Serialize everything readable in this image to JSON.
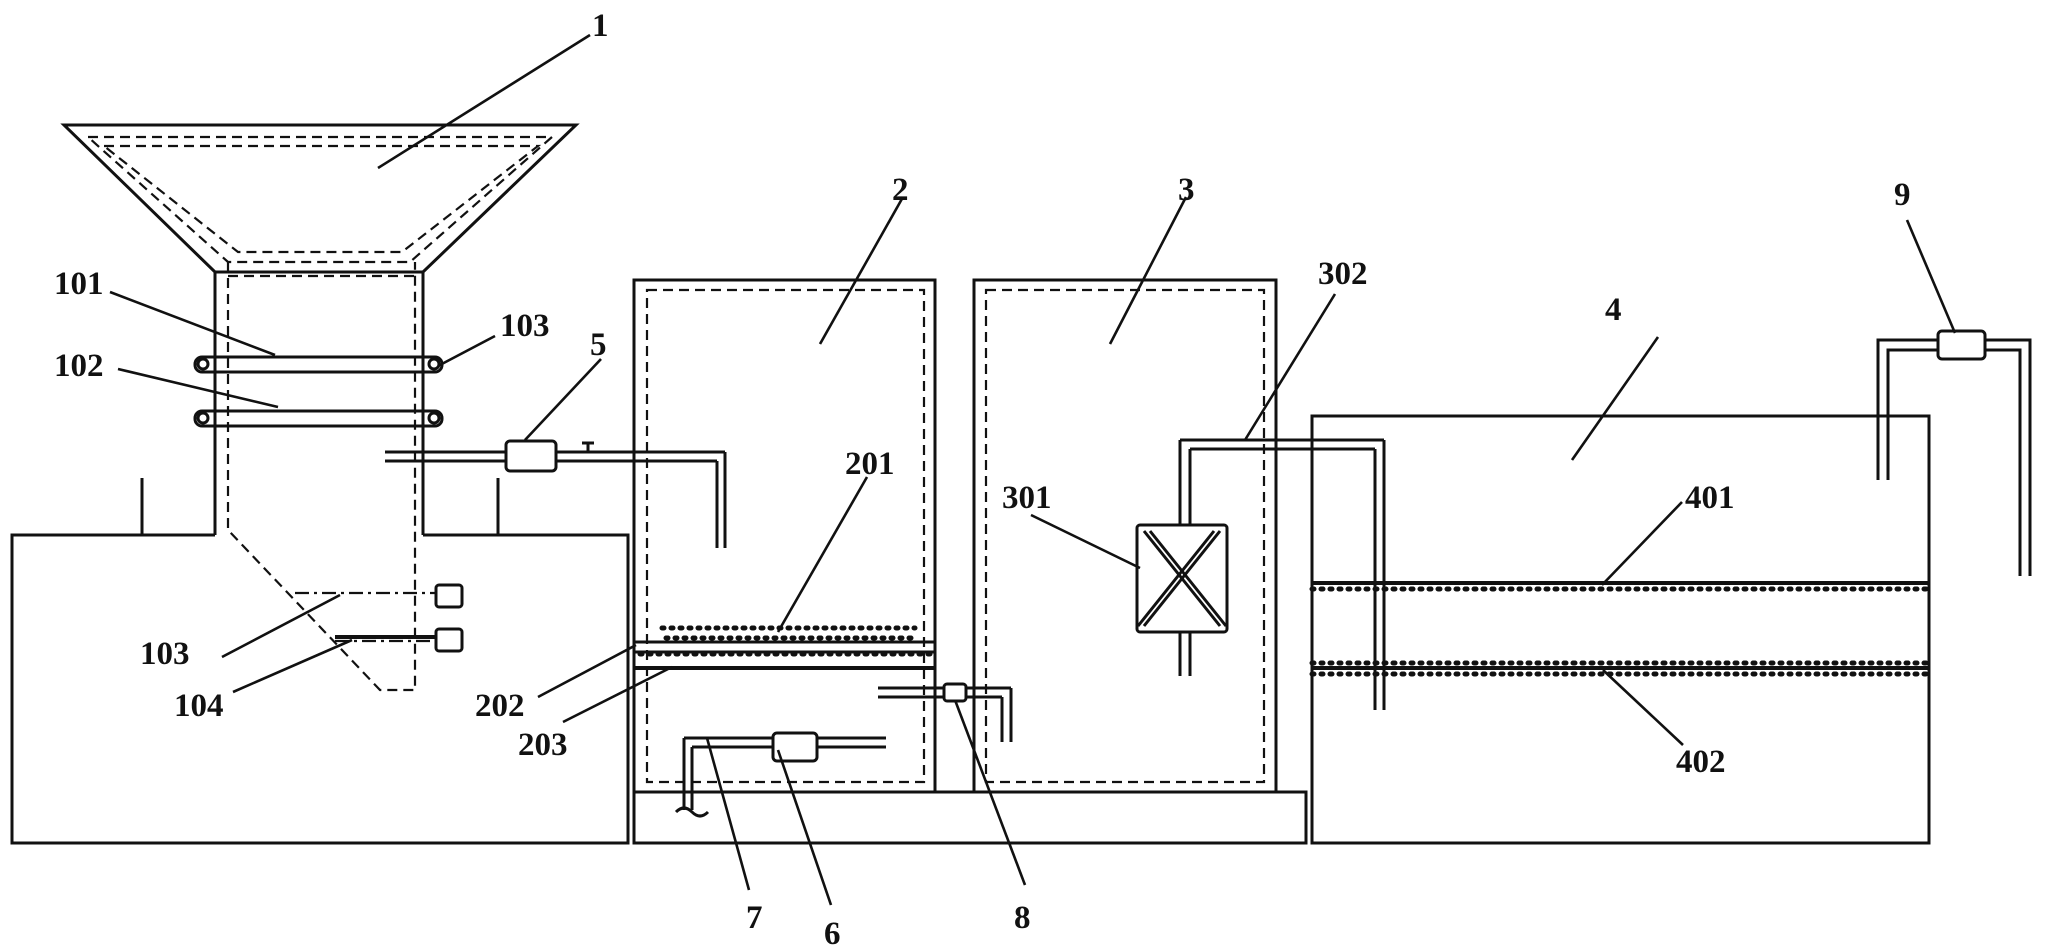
{
  "labels": {
    "l1": "1",
    "l101": "101",
    "l102": "102",
    "l103a": "103",
    "l103b": "103",
    "l104": "104",
    "l5": "5",
    "l2": "2",
    "l201": "201",
    "l202": "202",
    "l203": "203",
    "l3": "3",
    "l301": "301",
    "l302": "302",
    "l4": "4",
    "l401": "401",
    "l402": "402",
    "l6": "6",
    "l7": "7",
    "l8": "8",
    "l9": "9"
  }
}
